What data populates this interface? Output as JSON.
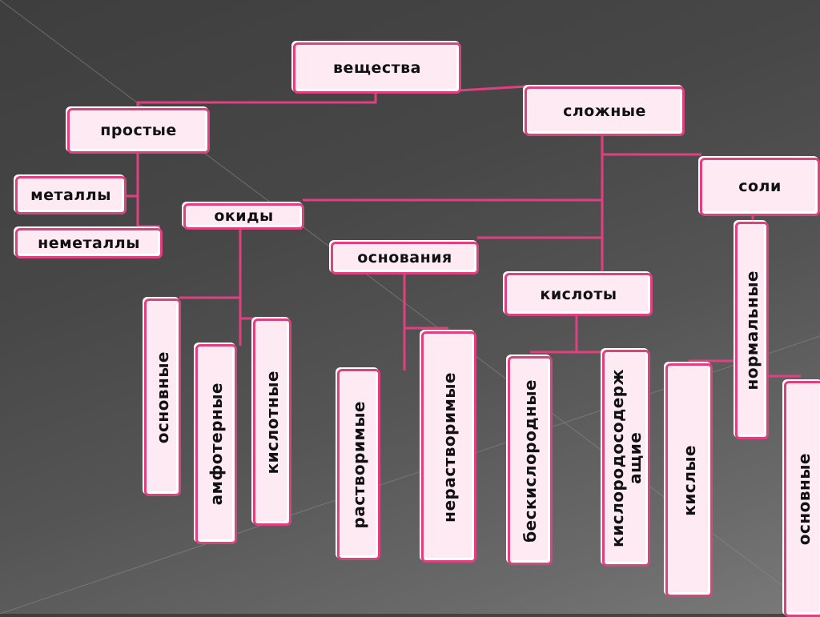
{
  "colors": {
    "accent": "#e0407f",
    "box_fill": "#fdeaf3"
  },
  "nodes": {
    "substances": "вещества",
    "complex": "сложные",
    "simple": "простые",
    "salts": "соли",
    "metals": "металлы",
    "nonmetals": "неметаллы",
    "oxides": "окиды",
    "bases": "основания",
    "acids": "кислоты",
    "basic_oxides": "основные",
    "amphoteric": "амфотерные",
    "acidic_oxides": "кислотные",
    "soluble": "растворимые",
    "insoluble": "нерастворимые",
    "oxygen_free": "бескислородные",
    "oxygen_containing_1": "кислородосодерж",
    "oxygen_containing_2": "ащие",
    "acid_salts": "кислые",
    "normal_salts": "нормальные",
    "basic_salts": "основные"
  }
}
